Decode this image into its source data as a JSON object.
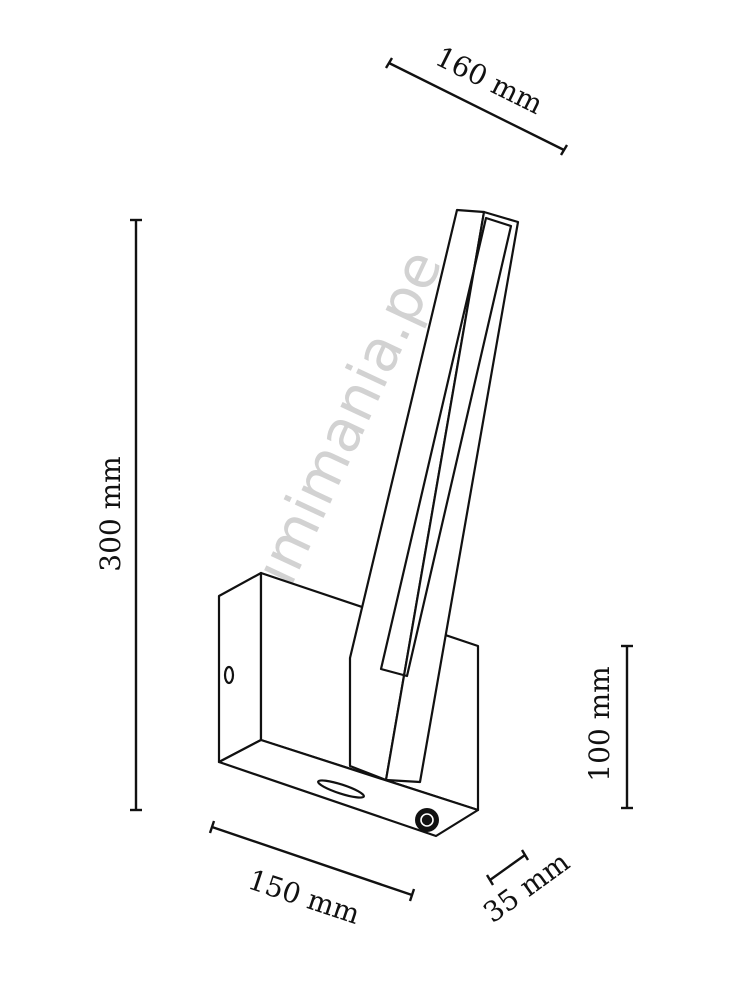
{
  "watermark": "lumimania.pe",
  "dimensions": {
    "width_top": "160 mm",
    "height_total": "300 mm",
    "height_base": "100 mm",
    "width_base": "150 mm",
    "depth": "35 mm"
  }
}
